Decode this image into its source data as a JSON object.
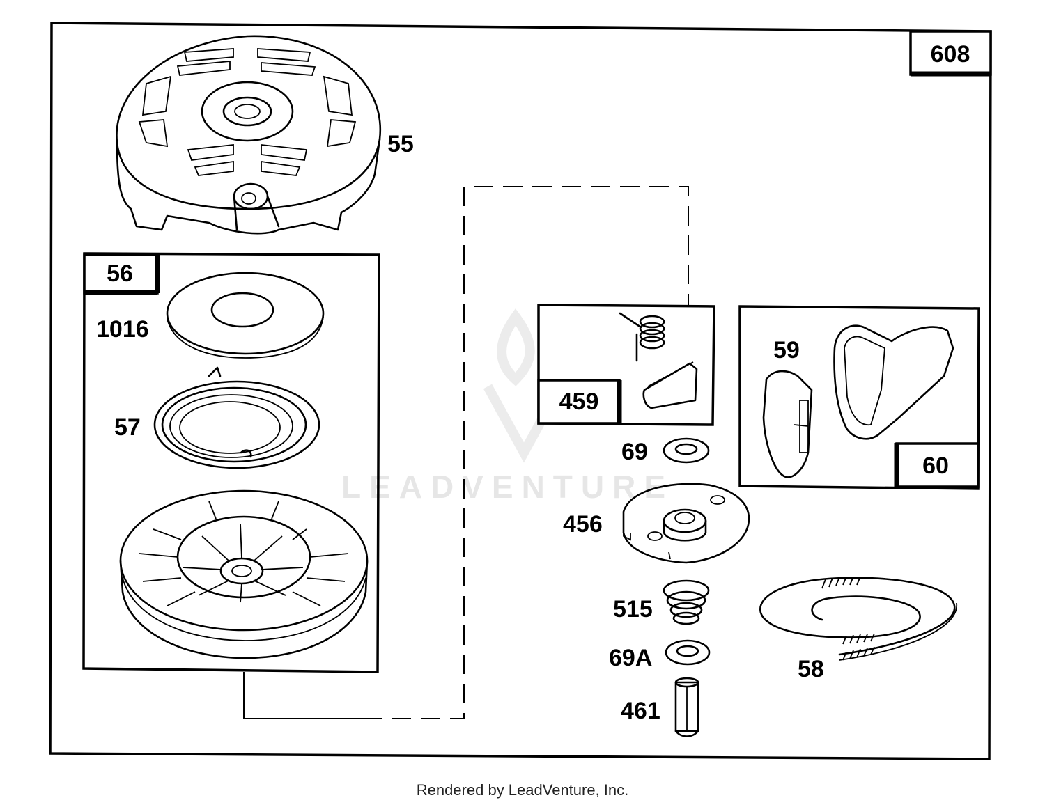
{
  "assembly_number": "608",
  "callouts": {
    "p55": "55",
    "p56": "56",
    "p1016": "1016",
    "p57": "57",
    "p459": "459",
    "p59": "59",
    "p60": "60",
    "p69": "69",
    "p456": "456",
    "p515": "515",
    "p69a": "69A",
    "p461": "461",
    "p58": "58"
  },
  "watermark": "LEADVENTURE",
  "footer": "Rendered by LeadVenture, Inc."
}
